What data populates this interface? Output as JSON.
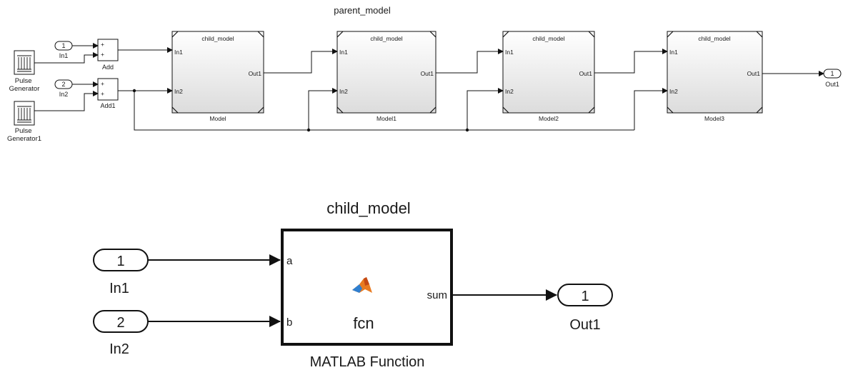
{
  "parent": {
    "title": "parent_model",
    "pulse_generators": [
      "Pulse\nGenerator",
      "Pulse\nGenerator1"
    ],
    "inports": [
      {
        "number": "1",
        "label": "In1"
      },
      {
        "number": "2",
        "label": "In2"
      }
    ],
    "sum_blocks": [
      {
        "label": "Add",
        "signs": [
          "+",
          "+"
        ]
      },
      {
        "label": "Add1",
        "signs": [
          "+",
          "+"
        ]
      }
    ],
    "model_blocks": [
      {
        "label": "Model",
        "ref": "child_model",
        "in1": "In1",
        "in2": "In2",
        "out": "Out1"
      },
      {
        "label": "Model1",
        "ref": "child_model",
        "in1": "In1",
        "in2": "In2",
        "out": "Out1"
      },
      {
        "label": "Model2",
        "ref": "child_model",
        "in1": "In1",
        "in2": "In2",
        "out": "Out1"
      },
      {
        "label": "Model3",
        "ref": "child_model",
        "in1": "In1",
        "in2": "In2",
        "out": "Out1"
      }
    ],
    "outport": {
      "number": "1",
      "label": "Out1"
    }
  },
  "child": {
    "title": "child_model",
    "inports": [
      {
        "number": "1",
        "label": "In1"
      },
      {
        "number": "2",
        "label": "In2"
      }
    ],
    "function_block": {
      "label": "MATLAB Function",
      "function_name": "fcn",
      "input_ports": [
        "a",
        "b"
      ],
      "output_port": "sum",
      "icon": "matlab-logo-icon"
    },
    "outport": {
      "number": "1",
      "label": "Out1"
    }
  }
}
